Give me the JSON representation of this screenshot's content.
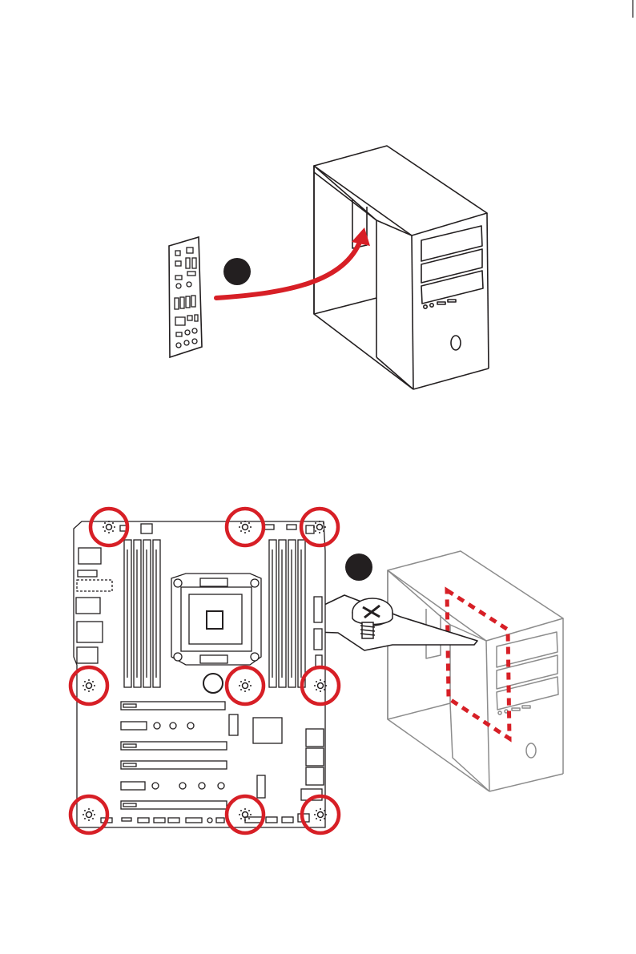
{
  "colors": {
    "ink": "#231f20",
    "accent": "#d71f26",
    "faded_ink": "#8c8c8c",
    "background": "#ffffff"
  },
  "figure_top": {
    "step_badge": "",
    "items": [
      "io-shield",
      "computer-case",
      "install-arrow"
    ]
  },
  "figure_bottom": {
    "step_badge": "",
    "standoff_count": 9,
    "items": [
      "motherboard",
      "screw-callout",
      "computer-case-faded",
      "standoff-outline"
    ]
  },
  "icons": {
    "standoff": "standoff-icon",
    "screw": "screw-icon"
  }
}
